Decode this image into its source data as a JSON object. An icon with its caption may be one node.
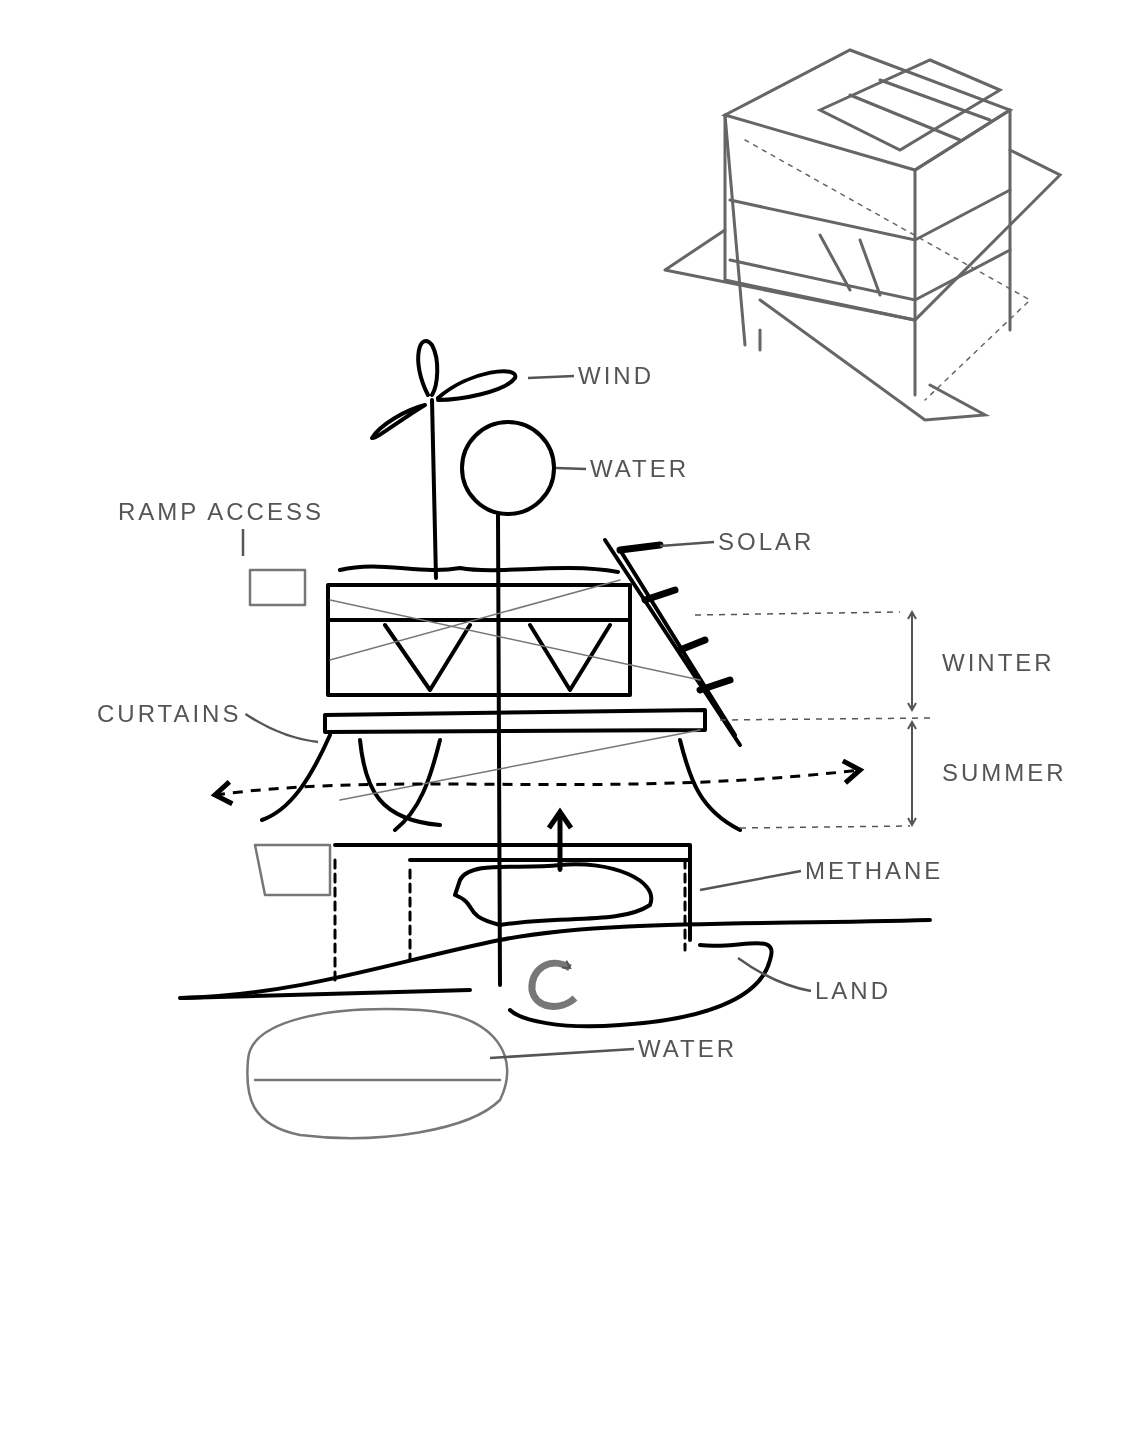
{
  "diagram": {
    "nodes": [
      {
        "text": [
          "WIND"
        ]
      },
      {
        "text": [
          "WATER"
        ]
      },
      {
        "text": [
          "RAMP ACCESS"
        ]
      },
      {
        "text": [
          "SOLAR"
        ]
      },
      {
        "text": [
          "CURTAINS"
        ]
      },
      {
        "text": [
          "METHANE"
        ]
      },
      {
        "text": [
          "LAND"
        ]
      },
      {
        "text": [
          "WATER"
        ]
      }
    ],
    "edges": [
      {
        "from": 0,
        "to": null,
        "arrow": "none"
      },
      {
        "from": 1,
        "to": null,
        "arrow": "none"
      },
      {
        "from": 2,
        "to": null,
        "arrow": "none"
      },
      {
        "from": 3,
        "to": null,
        "arrow": "none"
      },
      {
        "from": 4,
        "to": null,
        "arrow": "none"
      },
      {
        "from": 5,
        "to": null,
        "arrow": "none"
      },
      {
        "from": 6,
        "to": null,
        "arrow": "none"
      },
      {
        "from": 7,
        "to": null,
        "arrow": "none"
      }
    ],
    "labels": [
      "WINTER",
      "SUMMER"
    ]
  }
}
